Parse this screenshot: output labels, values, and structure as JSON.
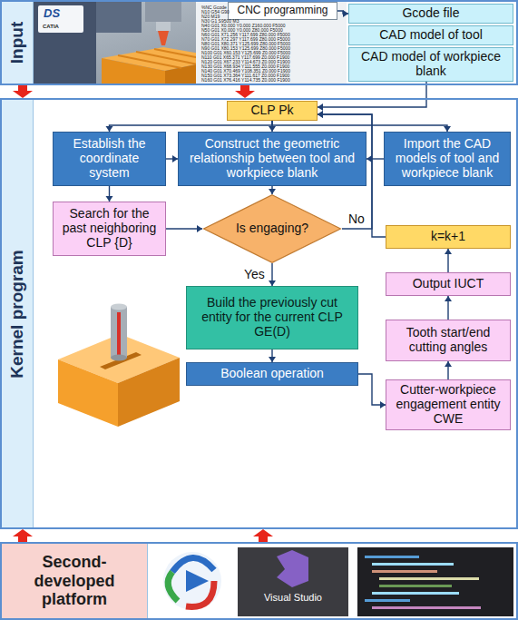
{
  "diagram": {
    "nodes": [
      {
        "text": [
          "Input"
        ]
      },
      {
        "text": [
          "CNC programming"
        ],
        "in": 0
      },
      {
        "text": [
          "Gcode file"
        ],
        "in": 0
      },
      {
        "text": [
          "CAD model of tool"
        ],
        "in": 0
      },
      {
        "text": [
          "CAD model of workpiece blank"
        ],
        "in": 0
      },
      {
        "text": [
          "Kernel program"
        ]
      },
      {
        "text": [
          "CLP Pk"
        ],
        "in": 5
      },
      {
        "text": [
          "Establish the coordinate system"
        ],
        "in": 5
      },
      {
        "text": [
          "Construct the geometric relationship between tool and workpiece blank"
        ],
        "in": 5
      },
      {
        "text": [
          "Import the CAD models of tool and workpiece blank"
        ],
        "in": 5
      },
      {
        "text": [
          "Search for the past neighboring CLP {D}"
        ],
        "in": 5
      },
      {
        "text": [
          "Is engaging?"
        ],
        "in": 5
      },
      {
        "text": [
          "k=k+1"
        ],
        "in": 5
      },
      {
        "text": [
          "Build the previously cut entity for the current CLP GE(D)"
        ],
        "in": 5
      },
      {
        "text": [
          "Boolean operation"
        ],
        "in": 5
      },
      {
        "text": [
          "Cutter-workpiece engagement entity CWE"
        ],
        "in": 5
      },
      {
        "text": [
          "Tooth start/end cutting angles"
        ],
        "in": 5
      },
      {
        "text": [
          "Output IUCT"
        ],
        "in": 5
      },
      {
        "text": [
          "Second-developed platform"
        ]
      }
    ],
    "edges": [
      {
        "from": 0,
        "to": 5,
        "arrow": "to"
      },
      {
        "from": 0,
        "to": 5,
        "arrow": "to"
      },
      {
        "from": 1,
        "to": 2,
        "arrow": "to"
      },
      {
        "from": 4,
        "to": 6,
        "arrow": "to"
      },
      {
        "from": 6,
        "to": 7,
        "arrow": "to"
      },
      {
        "from": 6,
        "to": 8,
        "arrow": "to"
      },
      {
        "from": 6,
        "to": 9,
        "arrow": "to"
      },
      {
        "from": 7,
        "to": 8,
        "arrow": "to"
      },
      {
        "from": 9,
        "to": 8,
        "arrow": "to"
      },
      {
        "from": 7,
        "to": 10,
        "arrow": "to"
      },
      {
        "from": 10,
        "to": 11,
        "arrow": "to"
      },
      {
        "from": 8,
        "to": 11,
        "arrow": "to"
      },
      {
        "from": 11,
        "to": 13,
        "label": "Yes",
        "arrow": "to"
      },
      {
        "from": 11,
        "to": 6,
        "label": "No",
        "arrow": "to"
      },
      {
        "from": 13,
        "to": 14,
        "arrow": "to"
      },
      {
        "from": 14,
        "to": 15,
        "arrow": "to"
      },
      {
        "from": 15,
        "to": 16,
        "arrow": "to"
      },
      {
        "from": 16,
        "to": 17,
        "arrow": "to"
      },
      {
        "from": 17,
        "to": 12,
        "arrow": "to"
      },
      {
        "from": 12,
        "to": 6,
        "arrow": "to"
      },
      {
        "from": 18,
        "to": 5,
        "arrow": "to"
      },
      {
        "from": 18,
        "to": 5,
        "arrow": "to"
      }
    ],
    "labels": [
      "%NC Gcode",
      "N10 G54 G90",
      "N20 M19",
      "N30 G1 S9500 M3",
      "N40 G01 X0.000 Y0.000 Z160.000 F5000",
      "N50 G01 X0.000 Y0.000 Z80.000 F5000",
      "N60 G01 X71.256 Y117.699 Z80.000 F5000",
      "N70 G01 X72.297 Y117.699 Z80.000 F5000",
      "N80 G01 X80.371 Y125.699 Z80.000 F5000",
      "N90 G01 X80.153 Y125.699 Z80.000 F5000",
      "N100 G01 X60.153 Y125.699 Z0.000 F5000",
      "N110 G01 X65.371 Y117.699 Z0.000 F1900",
      "N120 G01 X67.233 Y114.673 Z0.000 F1900",
      "N130 G01 X68.934 Y111.555 Z0.000 F1900",
      "N140 G01 X70.469 Y108.351 Z0.000 F1900",
      "N150 G01 X73.364 Y111.617 Z0.000 F1900",
      "N160 G01 X76.416 Y114.735 Z0.000 F1900",
      "DS",
      "CATIA",
      "Visual Studio"
    ]
  }
}
